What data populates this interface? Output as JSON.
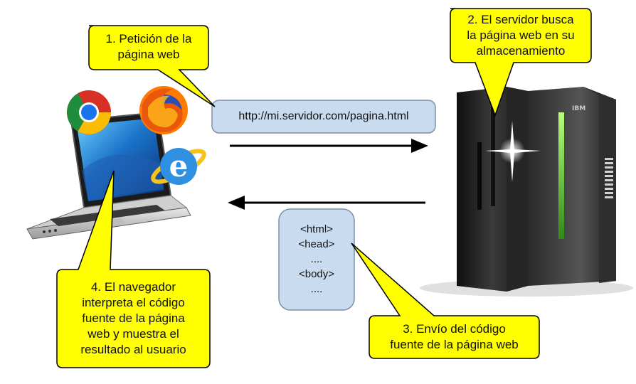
{
  "callouts": {
    "step1": [
      "1. Petición de la",
      "página web"
    ],
    "step2": [
      "2. El servidor busca",
      "la página web en su",
      "almacenamiento"
    ],
    "step3": [
      "3. Envío del código",
      "fuente de la página web"
    ],
    "step4": [
      "4. El navegador",
      "interpreta el código",
      "fuente de la página",
      "web y muestra el",
      "resultado al usuario"
    ]
  },
  "request_url": "http://mi.servidor.com/pagina.html",
  "source_code_lines": [
    "<html>",
    "<head>",
    "....",
    "<body>",
    "...."
  ],
  "server_brand": "IBM",
  "colors": {
    "callout_fill": "#ffff00",
    "callout_border": "#000000",
    "code_box_fill": "#c9dcef",
    "code_box_border": "#7f8fa6",
    "arrow": "#000000"
  },
  "icons": [
    "laptop",
    "chrome-logo",
    "firefox-logo",
    "internet-explorer-logo",
    "server-rack"
  ]
}
